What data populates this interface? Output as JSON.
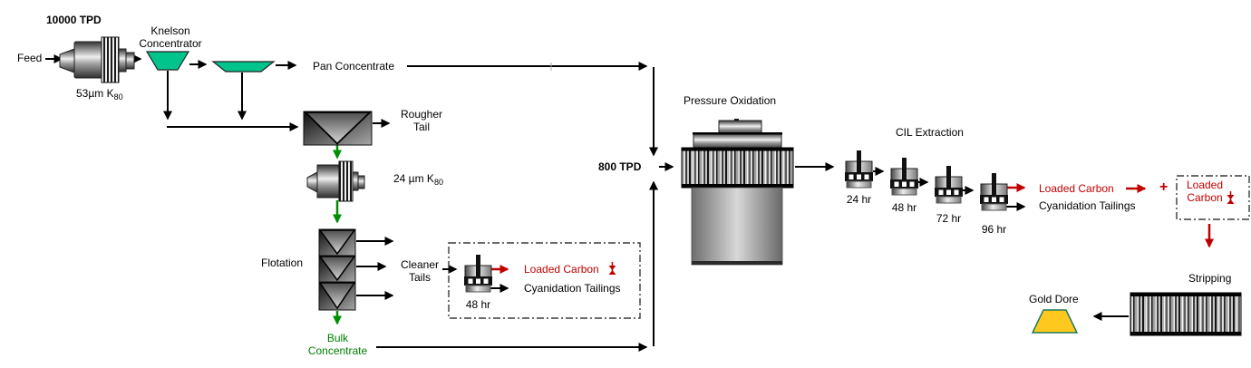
{
  "flowsheet": {
    "front_end": {
      "throughput": "10000 TPD",
      "feed": "Feed",
      "primary_grind": "53µm K",
      "primary_grind_sub": "80",
      "knelson": "Knelson\nConcentrator",
      "pan_concentrate": "Pan Concentrate",
      "rougher_tail": "Rougher\nTail",
      "regrind": "24 µm K",
      "regrind_sub": "80",
      "flotation": "Flotation",
      "cleaner_tails": "Cleaner\nTails",
      "bulk_concentrate": "Bulk\nConcentrate"
    },
    "cleaner_leach": {
      "tank_label": "48 hr",
      "loaded_carbon": "Loaded Carbon",
      "cyanidation_tailings": "Cyanidation Tailings"
    },
    "pox": {
      "throughput": "800 TPD",
      "label": "Pressure Oxidation"
    },
    "cil": {
      "label": "CIL Extraction",
      "tanks": [
        "24 hr",
        "48 hr",
        "72 hr",
        "96 hr"
      ],
      "loaded_carbon": "Loaded Carbon",
      "cyanidation_tailings": "Cyanidation Tailings",
      "plus": "+",
      "loaded_carbon_combined": "Loaded\nCarbon"
    },
    "refining": {
      "stripping": "Stripping",
      "gold_dore": "Gold Dore"
    }
  },
  "colors": {
    "flow_black": "#000000",
    "flow_green": "#008F00",
    "text_green": "#008000",
    "flow_red": "#C00000",
    "equipment_green": "#00C48C",
    "gold": "#FFC81E"
  },
  "icons": {
    "primary-mill-icon": "gray grinding mill cylinder with ribbed ring",
    "knelson-concentrator-icon": "green trapezoid",
    "rougher-cell-icon": "gray cell with V chevron",
    "regrind-mill-icon": "small gray grinding mill",
    "flotation-bank-icon": "three stacked V cells",
    "leach-tank-icon": "agitated tank with shaft and windowed band",
    "autoclave-icon": "large gray vessel with striped band",
    "stripping-column-icon": "horizontal striped vessel",
    "gold-dore-icon": "gold trapezoid ingot",
    "stream-connector-icon": "red hourglass stream marker"
  }
}
